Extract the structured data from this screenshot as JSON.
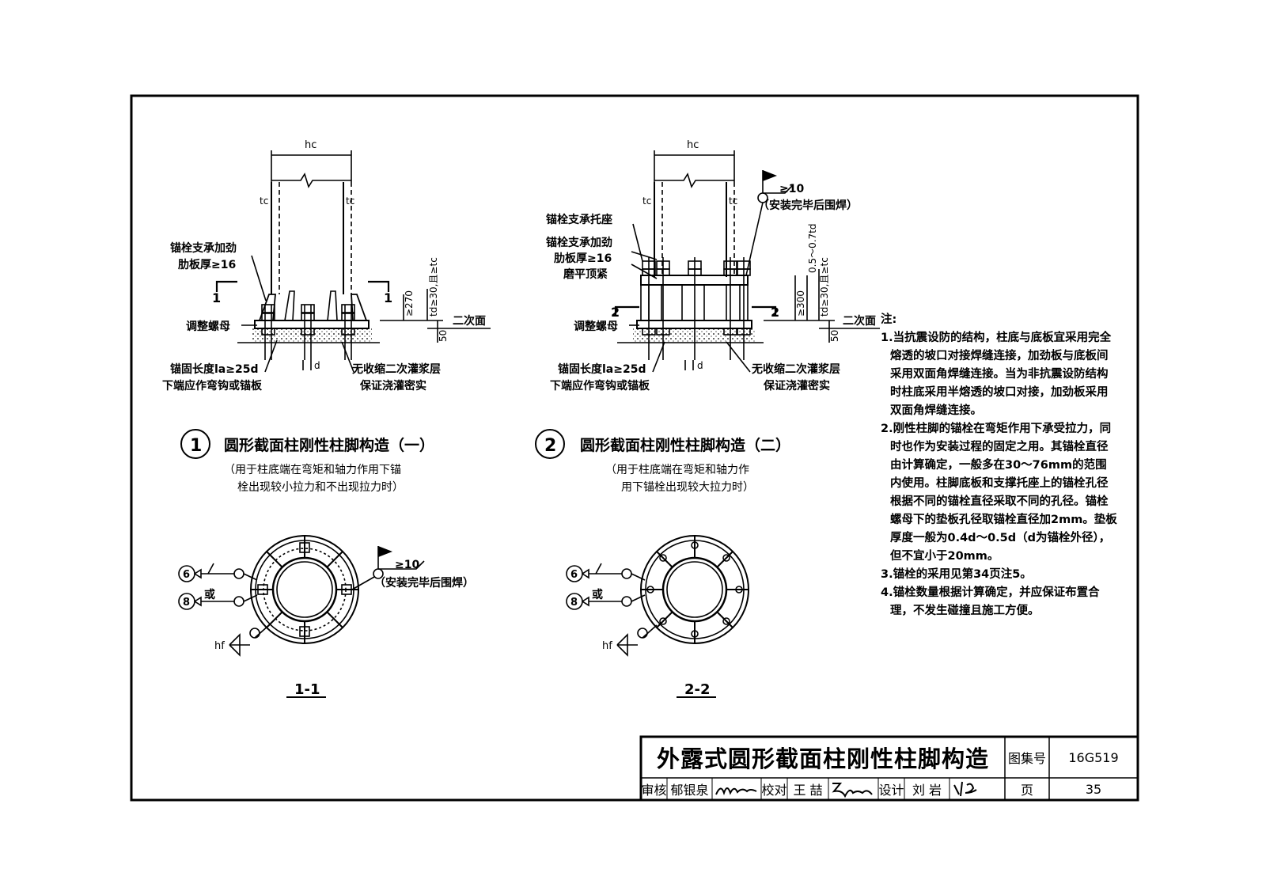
{
  "detail1": {
    "num": "1",
    "title": "圆形截面柱刚性柱脚构造（一）",
    "sub1": "（用于柱底端在弯矩和轴力作用下锚",
    "sub2": "栓出现较小拉力和不出现拉力时）",
    "hc": "hc",
    "tc_left": "tc",
    "tc_right": "tc",
    "label_stiff1": "锚栓支承加劲",
    "label_stiff2": "肋板厚≥16",
    "label_nut": "调整螺母",
    "label_anchor1": "锚固长度la≥25d",
    "label_anchor2": "下端应作弯钩或锚板",
    "label_grout1": "无收缩二次灌浆层",
    "label_grout2": "保证浇灌密实",
    "label_second": "二次面",
    "dim_270": "≥270",
    "dim_td": "td≥30,且≥tc",
    "dim_50": "50",
    "d": "d",
    "cut": "1"
  },
  "detail2": {
    "num": "2",
    "title": "圆形截面柱刚性柱脚构造（二）",
    "sub1": "（用于柱底端在弯矩和轴力作",
    "sub2": "用下锚栓出现较大拉力时）",
    "hc": "hc",
    "tc_left": "tc",
    "tc_right": "tc",
    "label_seat": "锚栓支承托座",
    "label_stiff1": "锚栓支承加劲",
    "label_stiff2": "肋板厚≥16",
    "label_grind": "磨平顶紧",
    "label_nut": "调整螺母",
    "label_anchor1": "锚固长度la≥25d",
    "label_anchor2": "下端应作弯钩或锚板",
    "label_grout1": "无收缩二次灌浆层",
    "label_grout2": "保证浇灌密实",
    "label_second": "二次面",
    "weld": "≥10",
    "weld_note": "（安装完毕后围焊）",
    "dim_300": "≥300",
    "dim_range": "0.5～0.7td",
    "dim_td": "td≥30,且≥tc",
    "dim_50": "50",
    "d": "d",
    "cut": "2"
  },
  "section1": {
    "label": "1-1",
    "c6": "6",
    "c8": "8",
    "or": "或",
    "hf": "hf",
    "weld": "≥10",
    "weld_note": "（安装完毕后围焊）"
  },
  "section2": {
    "label": "2-2",
    "c6": "6",
    "c8": "8",
    "or": "或",
    "hf": "hf"
  },
  "notes": {
    "title": "注:",
    "items": [
      "1.当抗震设防的结构，柱底与底板宜采用完全熔透的坡口对接焊缝连接，加劲板与底板间采用双面角焊缝连接。当为非抗震设防结构时柱底采用半熔透的坡口对接，加劲板采用双面角焊缝连接。",
      "2.刚性柱脚的锚栓在弯矩作用下承受拉力，同时也作为安装过程的固定之用。其锚栓直径由计算确定，一般多在30～76mm的范围内使用。柱脚底板和支撑托座上的锚栓孔径根据不同的锚栓直径采取不同的孔径。锚栓螺母下的垫板孔径取锚栓直径加2mm。垫板厚度一般为0.4d～0.5d（d为锚栓外径），但不宜小于20mm。",
      "3.锚栓的采用见第34页注5。",
      "4.锚栓数量根据计算确定，并应保证布置合理，不发生碰撞且施工方便。"
    ]
  },
  "titleblock": {
    "title": "外露式圆形截面柱刚性柱脚构造",
    "atlas_label": "图集号",
    "atlas_no": "16G519",
    "review_label": "审核",
    "reviewer": "郁银泉",
    "check_label": "校对",
    "checker": "王 喆",
    "design_label": "设计",
    "designer": "刘 岩",
    "page_label": "页",
    "page_no": "35"
  }
}
